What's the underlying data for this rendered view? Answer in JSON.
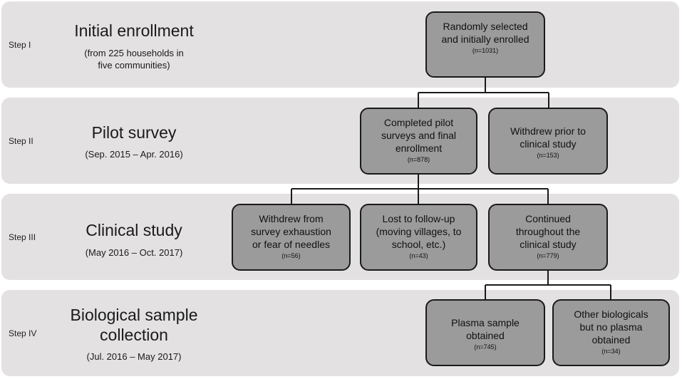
{
  "steps": [
    {
      "label": "Step I",
      "title": "Initial enrollment",
      "subtitle": "(from 225 households in\nfive communities)"
    },
    {
      "label": "Step II",
      "title": "Pilot survey",
      "subtitle": "(Sep. 2015  – Apr. 2016)"
    },
    {
      "label": "Step III",
      "title": "Clinical study",
      "subtitle": "(May 2016 – Oct. 2017)"
    },
    {
      "label": "Step IV",
      "title": "Biological sample\ncollection",
      "subtitle": "(Jul. 2016 – May 2017)"
    }
  ],
  "boxes": {
    "enrolled": {
      "text": "Randomly selected\nand initially enrolled",
      "n": "(n=1031)"
    },
    "completed": {
      "text": "Completed pilot\nsurveys and final\nenrollment",
      "n": "(n=878)"
    },
    "withdrew_prior": {
      "text": "Withdrew prior to\nclinical study",
      "n": "(n=153)"
    },
    "withdrew_exhaustion": {
      "text": "Withdrew from\nsurvey exhaustion\nor fear of needles",
      "n": "(n=56)"
    },
    "lost": {
      "text": "Lost to follow-up\n(moving villages, to\nschool, etc.)",
      "n": "(n=43)"
    },
    "continued": {
      "text": "Continued\nthroughout the\nclinical study",
      "n": "(n=779)"
    },
    "plasma": {
      "text": "Plasma sample\nobtained",
      "n": "(n=745)"
    },
    "other": {
      "text": "Other biologicals\nbut no plasma\nobtained",
      "n": "(n=34)"
    }
  },
  "colors": {
    "band": "#e3e1e1",
    "box_fill": "#9b9b9b",
    "box_border": "#1a1a1a"
  }
}
